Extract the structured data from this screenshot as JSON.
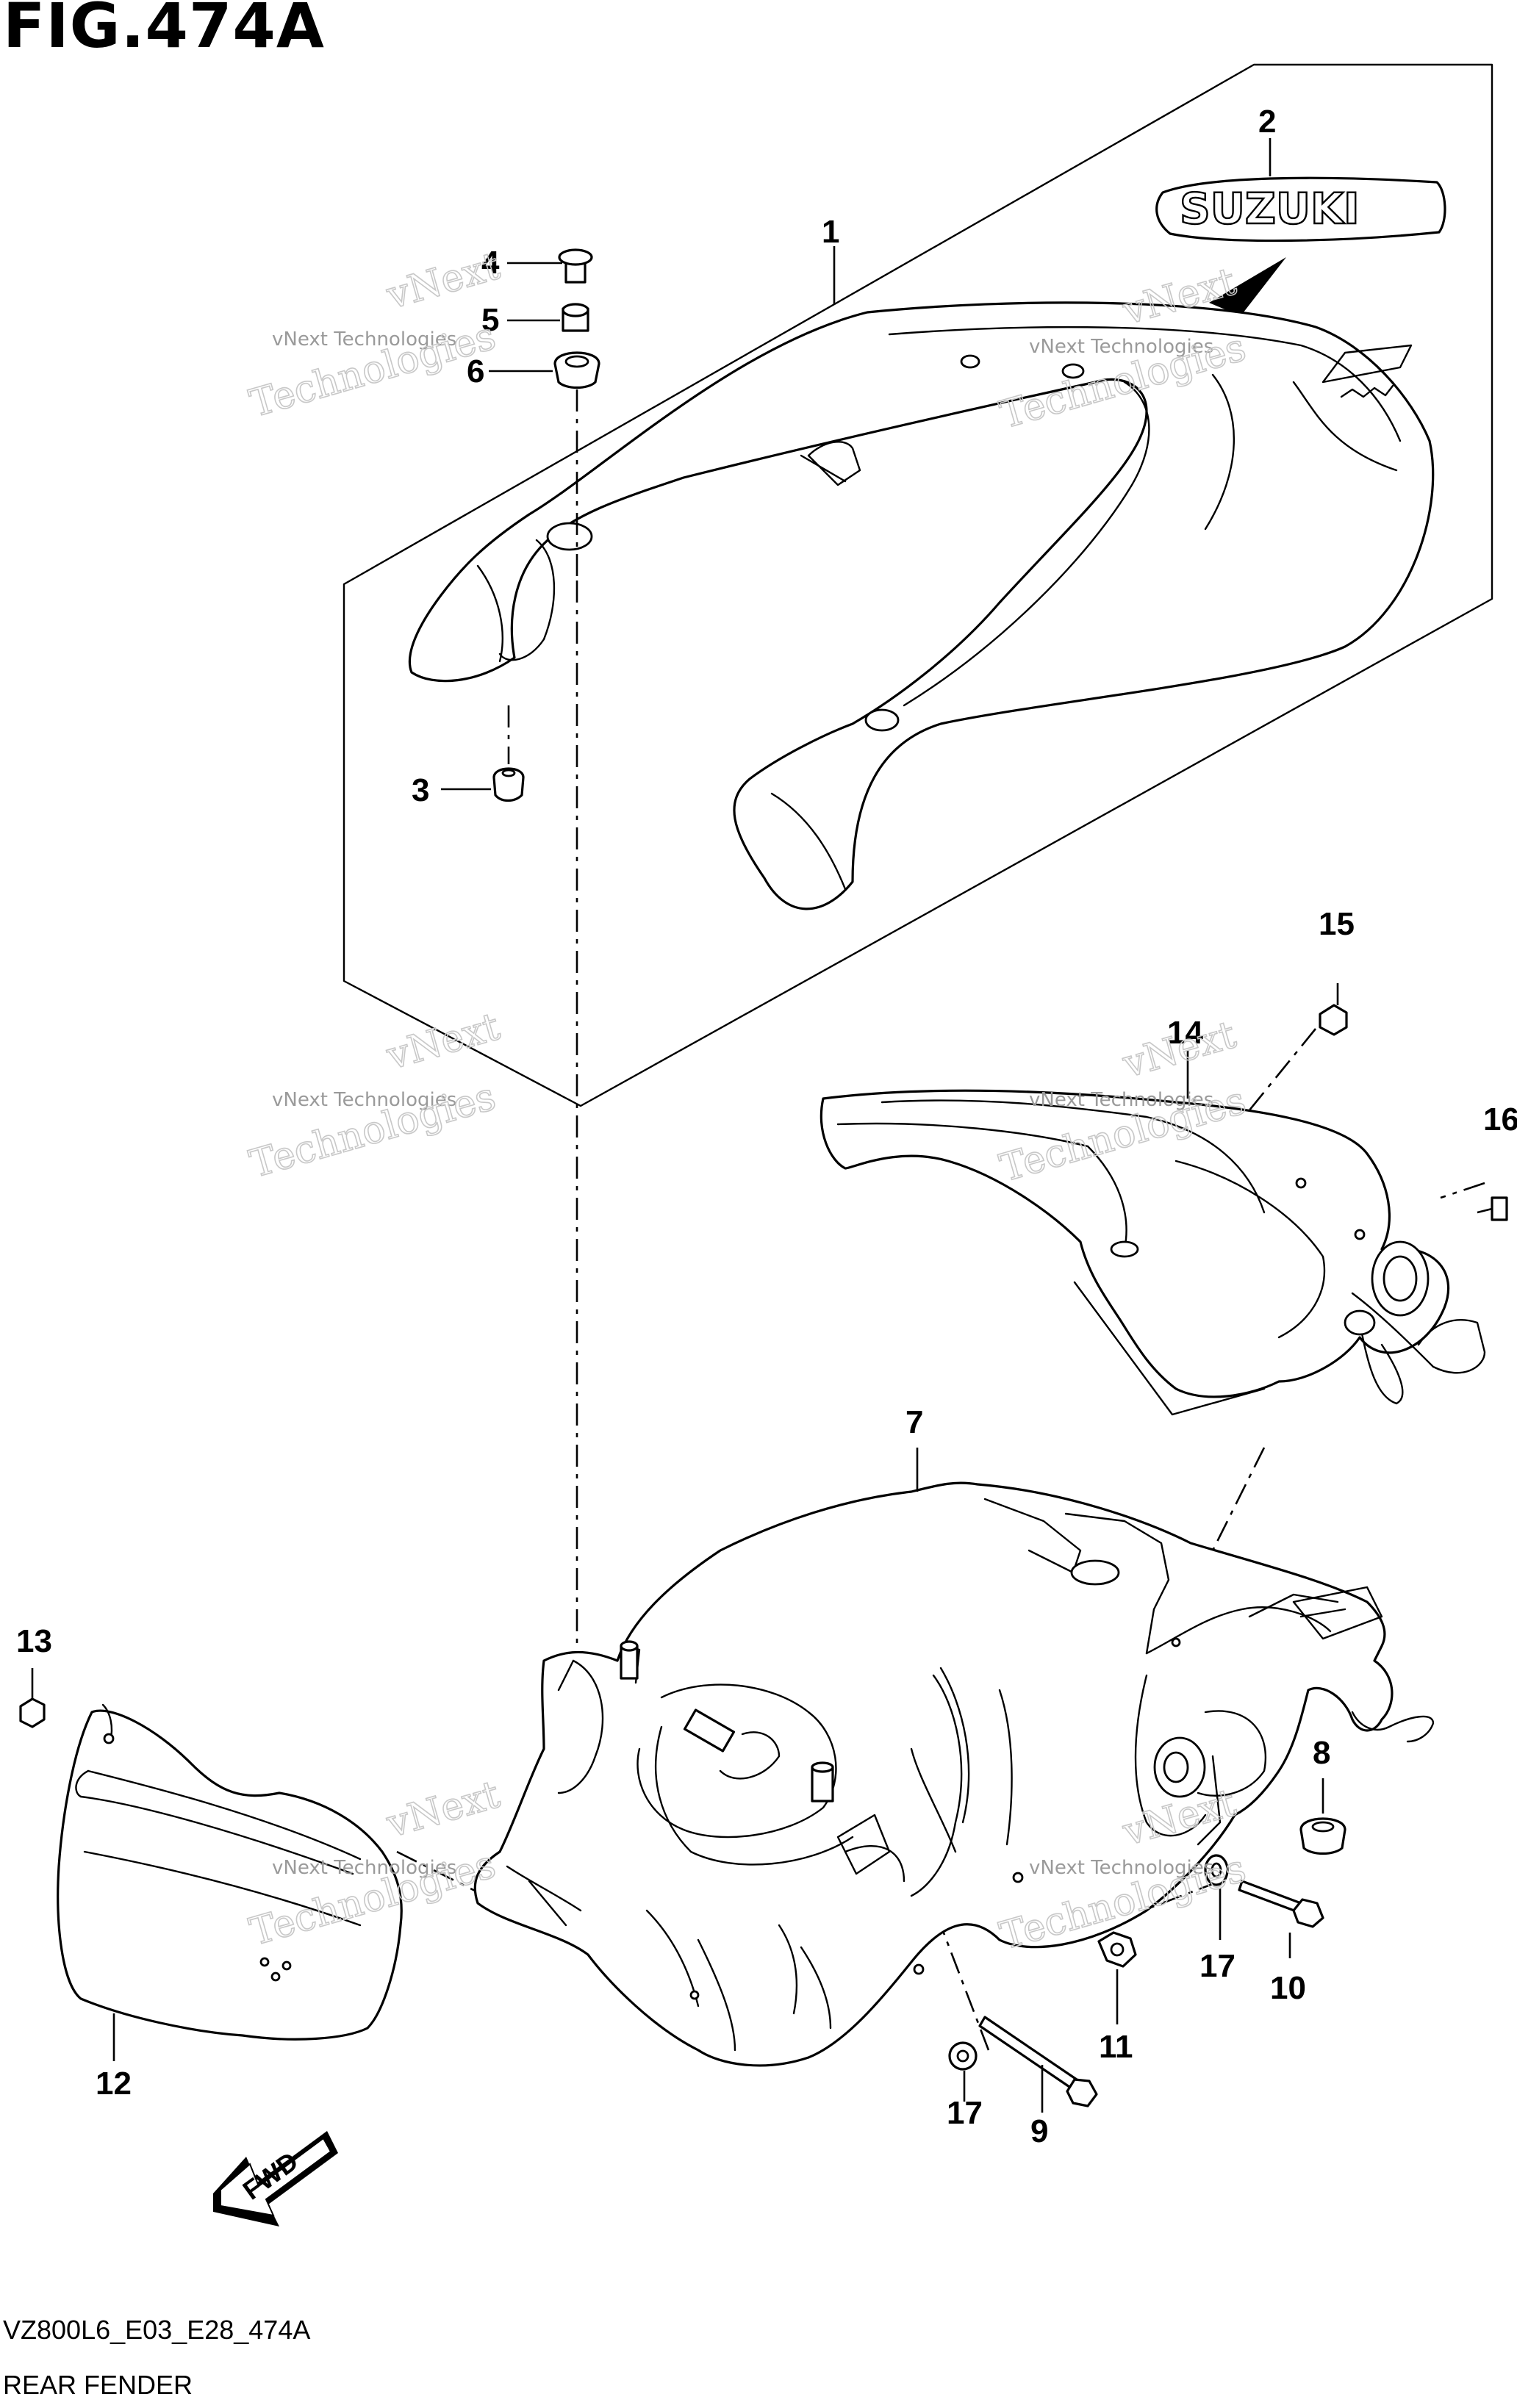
{
  "figure": {
    "title": "FIG.474A",
    "drawing_code": "VZ800L6_E03_E28_474A",
    "caption": "REAR FENDER"
  },
  "emblem_text": "SUZUKI",
  "fwd_label": "FWD",
  "watermark": {
    "small": "vNext Technologies",
    "big": "Technologies",
    "big_top": "vNext"
  },
  "callouts": [
    "1",
    "2",
    "3",
    "4",
    "5",
    "6",
    "7",
    "8",
    "9",
    "10",
    "11",
    "12",
    "13",
    "14",
    "15",
    "16",
    "17",
    "17"
  ]
}
